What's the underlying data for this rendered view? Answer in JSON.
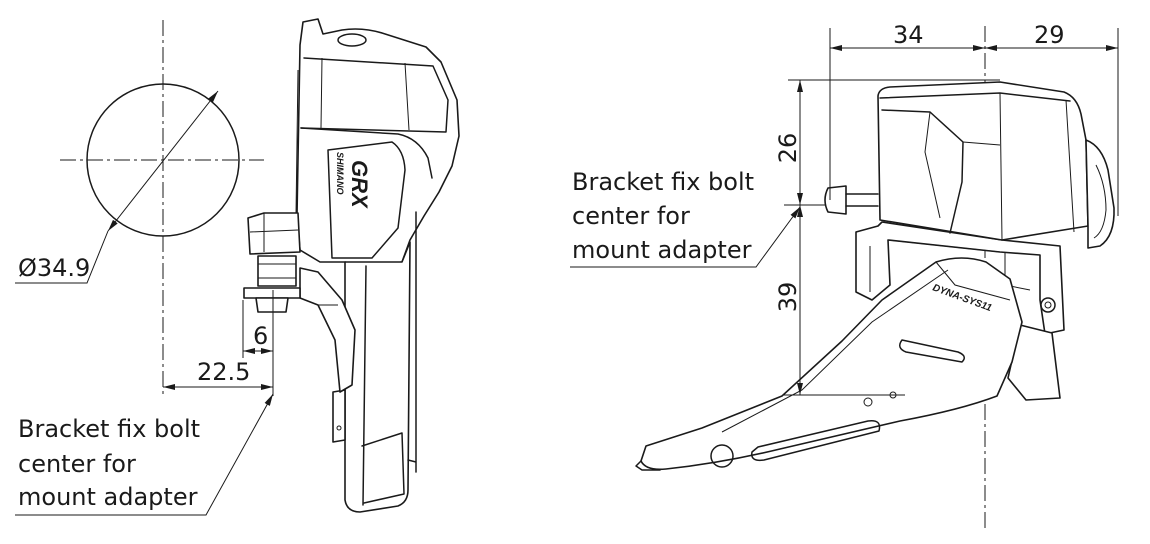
{
  "left_view": {
    "diameter_label": "Ø34.9",
    "dim_bolt_offset": "6",
    "dim_center_offset": "22.5",
    "callout": {
      "lines": [
        "Bracket fix bolt",
        "center for",
        "mount adapter"
      ]
    },
    "logos": {
      "brand": "SHIMANO",
      "series": "GRX"
    }
  },
  "right_view": {
    "dim_left": "34",
    "dim_right": "29",
    "dim_upper": "26",
    "dim_lower": "39",
    "callout": {
      "lines": [
        "Bracket fix bolt",
        "center for",
        "mount adapter"
      ]
    },
    "logos": {
      "cage": "DYNA-SYS11"
    }
  },
  "colors": {
    "ink": "#1a1a1a",
    "background": "#ffffff"
  }
}
